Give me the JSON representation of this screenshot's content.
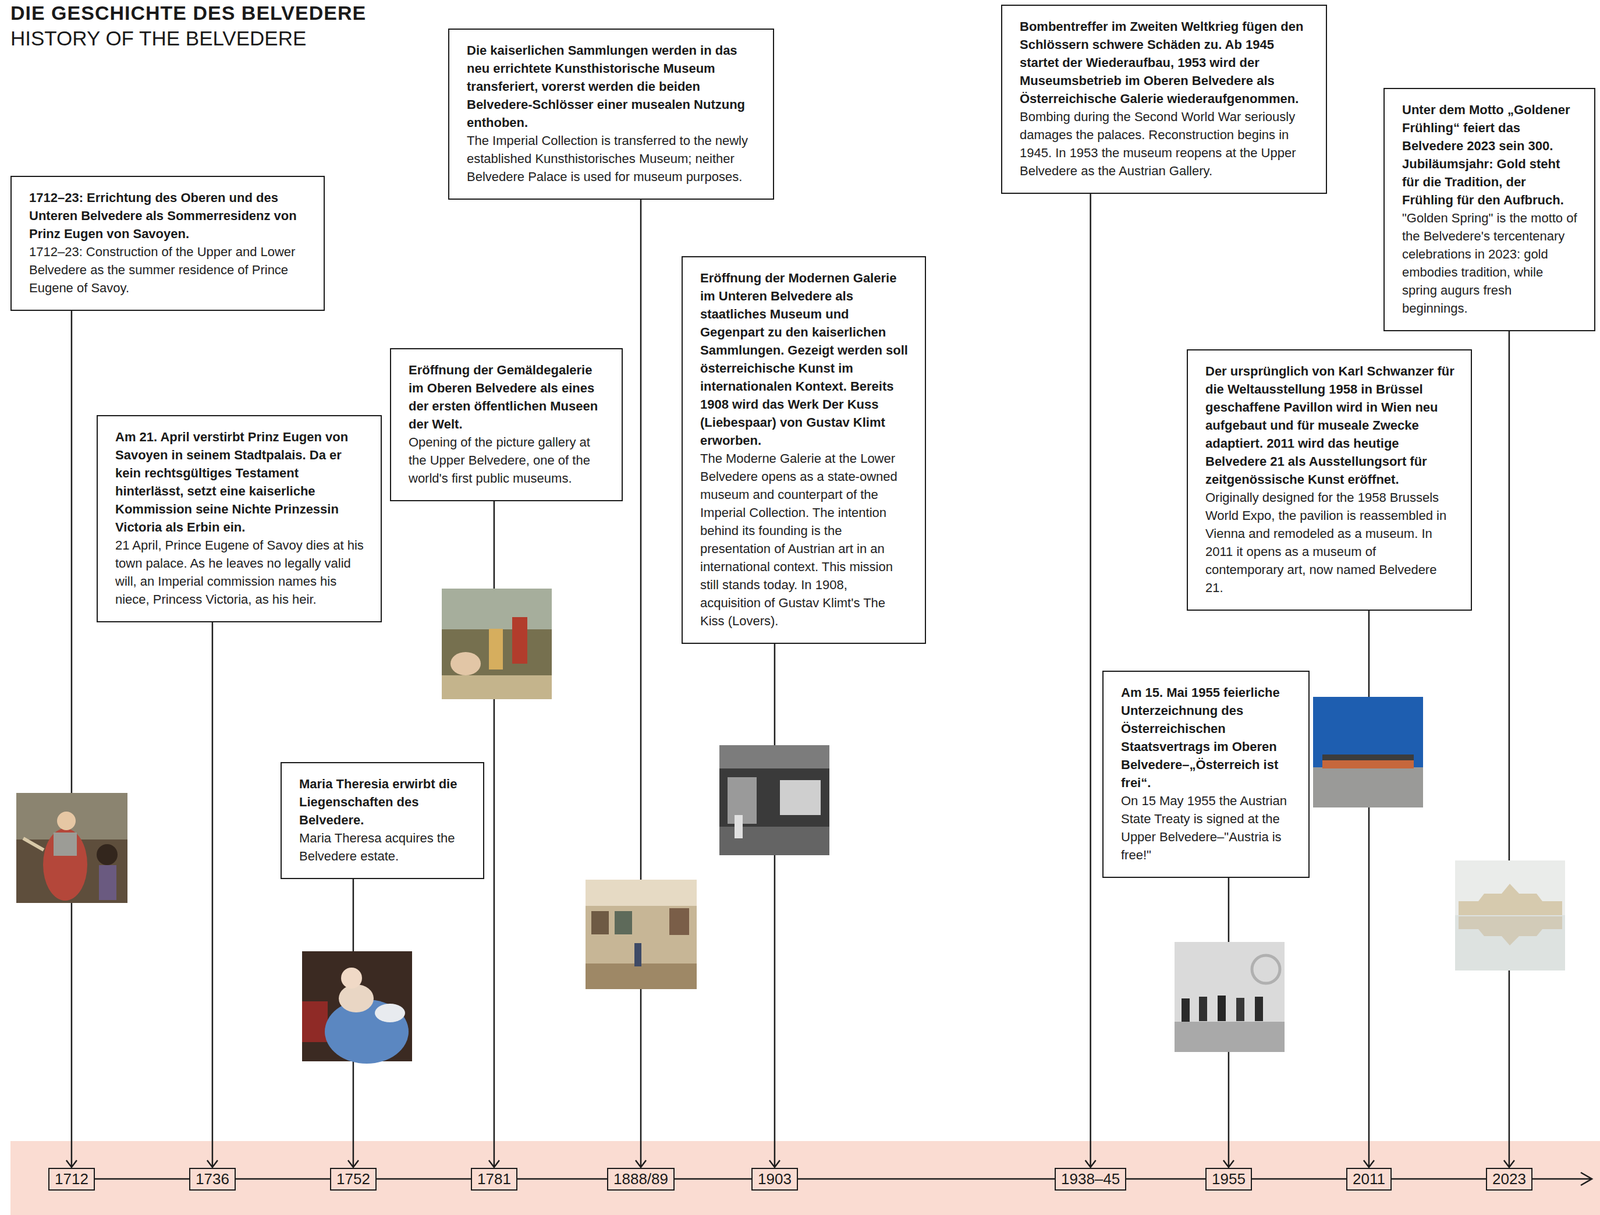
{
  "diagram": {
    "title": "DIE GESCHICHTE DES BELVEDERE",
    "nodes": [
      {
        "text": [
          "1712–23: Errichtung des Oberen und des Unteren Belvedere als Sommerresidenz von Prinz Eugen von Savoyen.",
          "1712–23: Construction of the Upper and Lower Belvedere as the summer residence of Prince Eugene of Savoy."
        ]
      },
      {
        "text": [
          "Am 21. April verstirbt Prinz Eugen von Savoyen in seinem Stadtpalais. Da er kein rechtsgültiges Testament hinterlässt, setzt eine kaiserliche Kommission seine Nichte Prinzessin Victoria als Erbin ein.",
          "21 April, Prince Eugene of Savoy dies at his town palace. As he leaves no legally valid will, an Imperial commission names his niece, Princess Victoria, as his heir."
        ]
      },
      {
        "text": [
          "Maria Theresia erwirbt die Liegenschaften des Belvedere.",
          "Maria Theresa acquires the Belvedere estate."
        ]
      },
      {
        "text": [
          "Eröffnung der Gemäldegalerie im Oberen Belvedere als eines der ersten öffentlichen Museen der Welt.",
          "Opening of the picture gallery at the Upper Belvedere, one of the world's first public museums."
        ]
      },
      {
        "text": [
          "Die kaiserlichen Sammlungen werden in das neu errichtete Kunsthistorische Museum transferiert, vorerst werden die beiden Belvedere-Schlösser einer musealen Nutzung enthoben.",
          "The Imperial Collection is transferred to the newly established Kunsthistorisches Museum; neither Belvedere Palace is used for museum purposes."
        ]
      },
      {
        "text": [
          "Eröffnung der Modernen Galerie im Unteren Belvedere als staatliches Museum und Gegenpart zu den kaiserlichen Sammlungen. Gezeigt werden soll österreichische Kunst im internationalen Kontext. Bereits 1908 wird das Werk Der Kuss (Liebespaar) von Gustav Klimt erworben.",
          "The Moderne Galerie at the Lower Belvedere opens as a state-owned museum and counterpart of the Imperial Collection. The intention behind its founding is the presentation of Austrian art in an international context. This mission still stands today. In 1908, acquisition of Gustav Klimt's The Kiss (Lovers)."
        ]
      },
      {
        "text": [
          "Bombentreffer im Zweiten Weltkrieg fügen den Schlössern schwere Schäden zu. Ab 1945 startet der Wiederaufbau, 1953 wird der Museumsbetrieb im Oberen Belvedere als Österreichische Galerie wiederaufgenommen.",
          "Bombing during the Second World War seriously damages the palaces. Reconstruction begins in 1945. In 1953 the museum reopens at the Upper Belvedere as the Austrian Gallery."
        ]
      },
      {
        "text": [
          "Am 15. Mai 1955 feierliche Unterzeichnung des Österreichischen Staatsvertrags im Oberen Belvedere–„Österreich ist frei“.",
          "On 15 May 1955 the Austrian State Treaty is signed at the Upper Belvedere–\"Austria is free!\""
        ]
      },
      {
        "text": [
          "Der ursprünglich von Karl Schwanzer für die Weltausstellung 1958 in Brüssel geschaffene Pavillon wird in Wien neu aufgebaut und für museale Zwecke adaptiert. 2011 wird das heutige Belvedere 21 als Ausstellungsort für zeitgenössische Kunst eröffnet.",
          "Originally designed for the 1958 Brussels World Expo, the pavilion is reassembled in Vienna and remodeled as a museum. In 2011 it opens as a museum of contemporary art, now named Belvedere 21."
        ]
      },
      {
        "text": [
          "Unter dem Motto „Goldener Frühling“ feiert das Belvedere 2023 sein 300. Jubiläumsjahr: Gold steht für die Tradition, der Frühling für den Aufbruch.",
          "\"Golden Spring\" is the motto of the Belvedere's tercentenary celebrations in 2023: gold embodies tradition, while spring augurs fresh beginnings."
        ]
      },
      {
        "text": [
          "1712"
        ]
      },
      {
        "text": [
          "1736"
        ]
      },
      {
        "text": [
          "1752"
        ]
      },
      {
        "text": [
          "1781"
        ]
      },
      {
        "text": [
          "1888/89"
        ]
      },
      {
        "text": [
          "1903"
        ]
      },
      {
        "text": [
          "1938–45"
        ]
      },
      {
        "text": [
          "1955"
        ]
      },
      {
        "text": [
          "2011"
        ]
      },
      {
        "text": [
          "2023"
        ]
      }
    ],
    "edges": [
      {
        "from": 0,
        "to": 10,
        "arrow": "to"
      },
      {
        "from": 1,
        "to": 11,
        "arrow": "to"
      },
      {
        "from": 2,
        "to": 12,
        "arrow": "to"
      },
      {
        "from": 3,
        "to": 13,
        "arrow": "to"
      },
      {
        "from": 4,
        "to": 14,
        "arrow": "to"
      },
      {
        "from": 5,
        "to": 15,
        "arrow": "to"
      },
      {
        "from": 6,
        "to": 16,
        "arrow": "to"
      },
      {
        "from": 7,
        "to": 17,
        "arrow": "to"
      },
      {
        "from": 8,
        "to": 18,
        "arrow": "to"
      },
      {
        "from": 9,
        "to": 19,
        "arrow": "to"
      }
    ],
    "labels": [
      "HISTORY OF THE BELVEDERE"
    ]
  }
}
